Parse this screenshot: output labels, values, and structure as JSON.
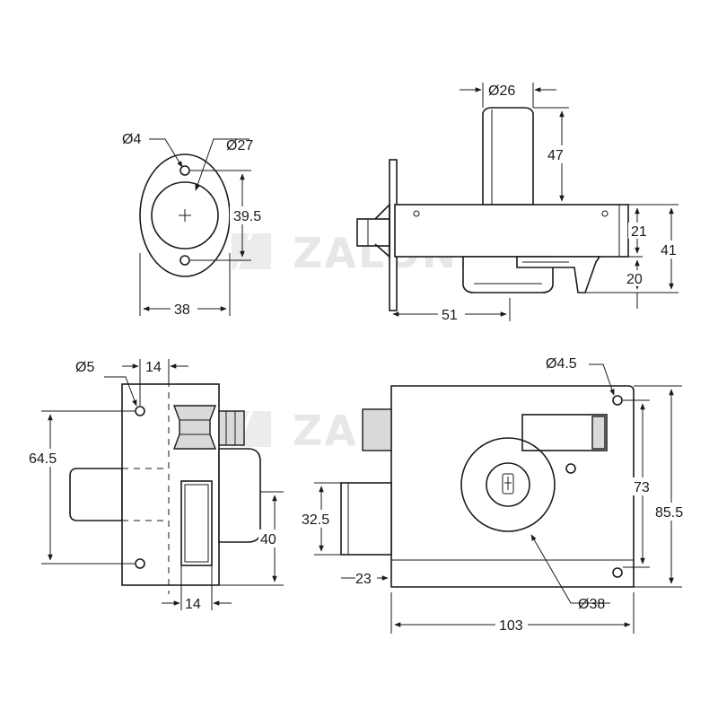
{
  "watermark": {
    "brand": "ZALONIS"
  },
  "views": {
    "escutcheon": {
      "hole_diameter": "Ø4",
      "cylinder_diameter": "Ø27",
      "hole_spacing": "39.5",
      "width": "38"
    },
    "side": {
      "knob_diameter": "Ø26",
      "knob_height": "47",
      "body_depth": "51",
      "upper_height": "21",
      "total_height": "41",
      "lower_height": "20"
    },
    "back": {
      "hole_diameter": "Ø5",
      "top_offset": "14",
      "hole_spacing": "64.5",
      "strike_height": "40",
      "bottom_offset": "14"
    },
    "front": {
      "hole_diameter": "Ø4.5",
      "inner_height": "73",
      "total_height": "85.5",
      "bolt_height": "32.5",
      "bolt_projection": "23",
      "cylinder_diameter": "Ø38",
      "width": "103"
    }
  }
}
